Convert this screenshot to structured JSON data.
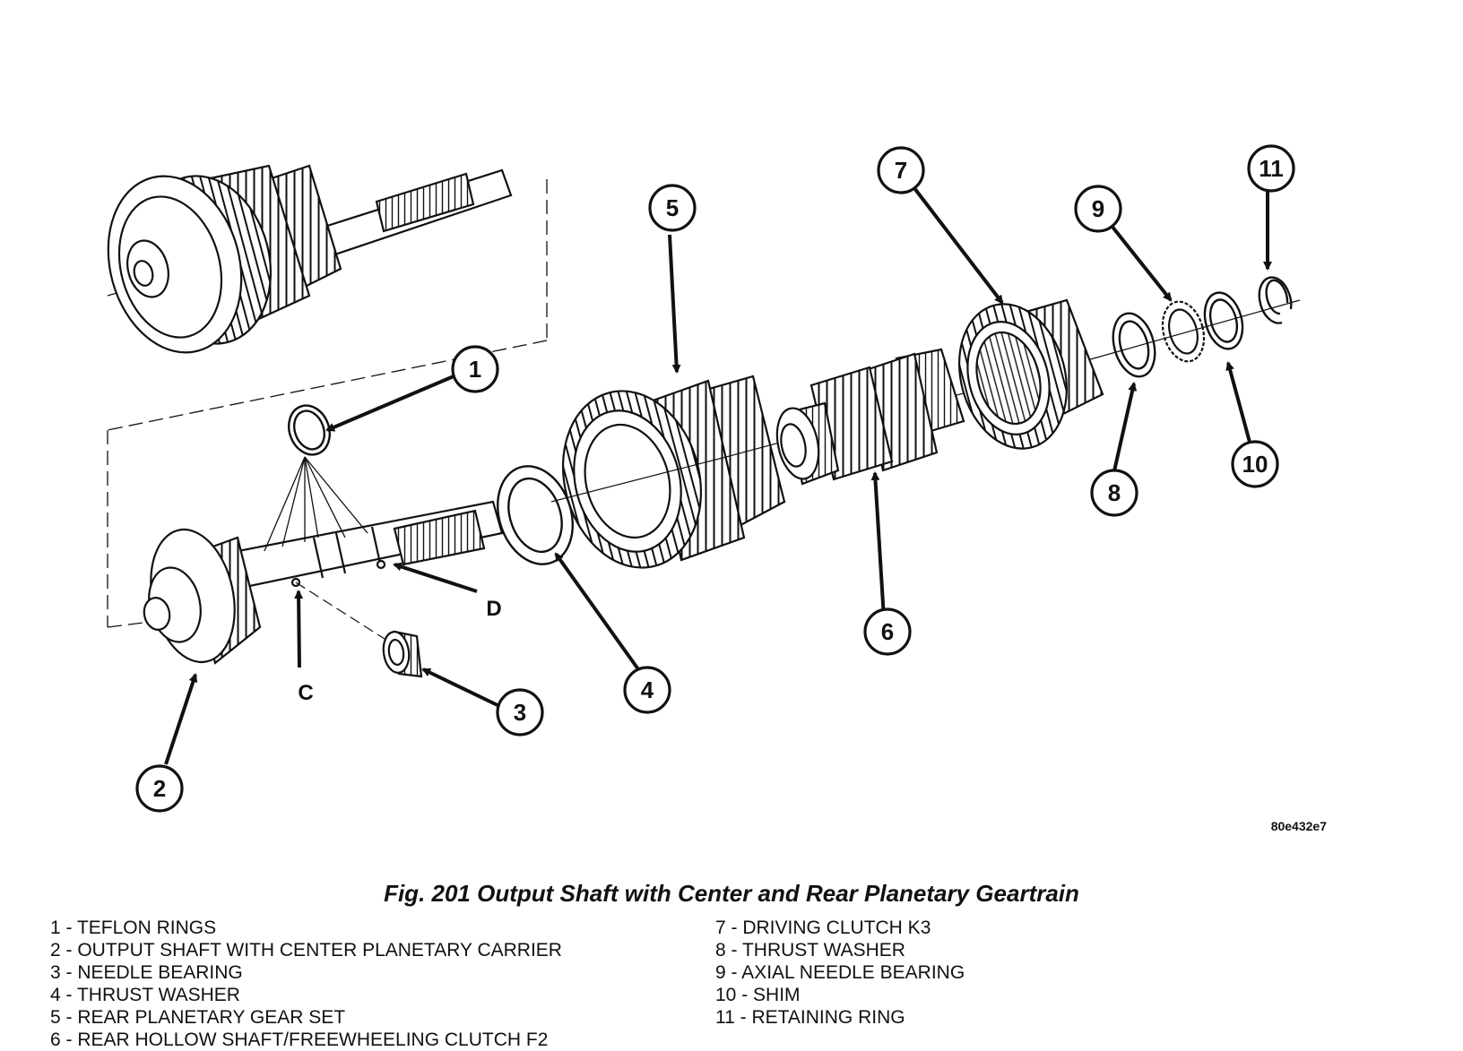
{
  "diagram": {
    "callouts": [
      "1",
      "2",
      "3",
      "4",
      "5",
      "6",
      "7",
      "8",
      "9",
      "10",
      "11"
    ],
    "letters": [
      "C",
      "D"
    ],
    "code": "80e432e7"
  },
  "caption": "Fig. 201 Output Shaft with Center and Rear Planetary Geartrain",
  "legend": {
    "left": [
      "1 - TEFLON RINGS",
      "2 - OUTPUT SHAFT WITH CENTER PLANETARY CARRIER",
      "3 - NEEDLE BEARING",
      "4 - THRUST WASHER",
      "5 - REAR PLANETARY GEAR SET",
      "6 - REAR HOLLOW SHAFT/FREEWHEELING CLUTCH F2"
    ],
    "right": [
      "7 - DRIVING CLUTCH K3",
      "8 - THRUST WASHER",
      "9 - AXIAL NEEDLE BEARING",
      "10 - SHIM",
      "11 - RETAINING RING"
    ]
  },
  "colors": {
    "ink": "#111111",
    "background": "#ffffff"
  }
}
